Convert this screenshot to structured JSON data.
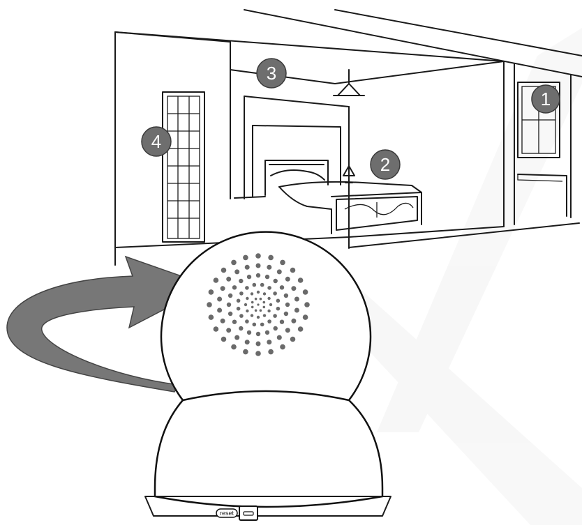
{
  "markers": [
    {
      "id": "1",
      "label": "1",
      "target": "window"
    },
    {
      "id": "2",
      "label": "2",
      "target": "bed"
    },
    {
      "id": "3",
      "label": "3",
      "target": "ceiling"
    },
    {
      "id": "4",
      "label": "4",
      "target": "door"
    }
  ],
  "camera": {
    "reset_label": "reset",
    "port": "micro-usb-port-icon"
  },
  "colors": {
    "badge_fill": "#6e6e6e",
    "arrow_fill": "#777777",
    "line": "#1a1a1a",
    "speaker_dot": "#6a6a6a"
  }
}
